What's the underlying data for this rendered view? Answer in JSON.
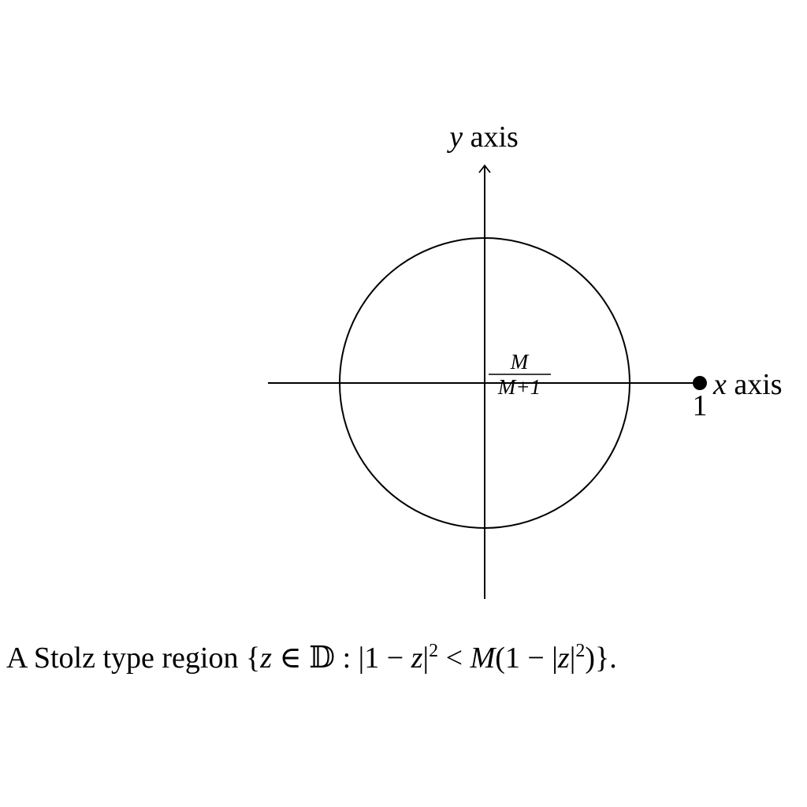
{
  "diagram": {
    "y_axis_label": {
      "var": "y",
      "word": "axis"
    },
    "x_axis_label": {
      "var": "x",
      "word": "axis"
    },
    "point_label": "1",
    "center_label": {
      "numerator": "M",
      "denominator": "M+1"
    }
  },
  "caption": {
    "prefix": "A Stolz type region ",
    "open": "{",
    "z1": "z",
    "in": " ∈ ",
    "disk": "𝔻",
    "colon": " : |1 − ",
    "z2": "z",
    "bar_sq": "|",
    "exp1": "2",
    "lt": " < ",
    "M": "M",
    "mid": "(1 − |",
    "z3": "z",
    "bar2": "|",
    "exp2": "2",
    "close": ")}."
  }
}
